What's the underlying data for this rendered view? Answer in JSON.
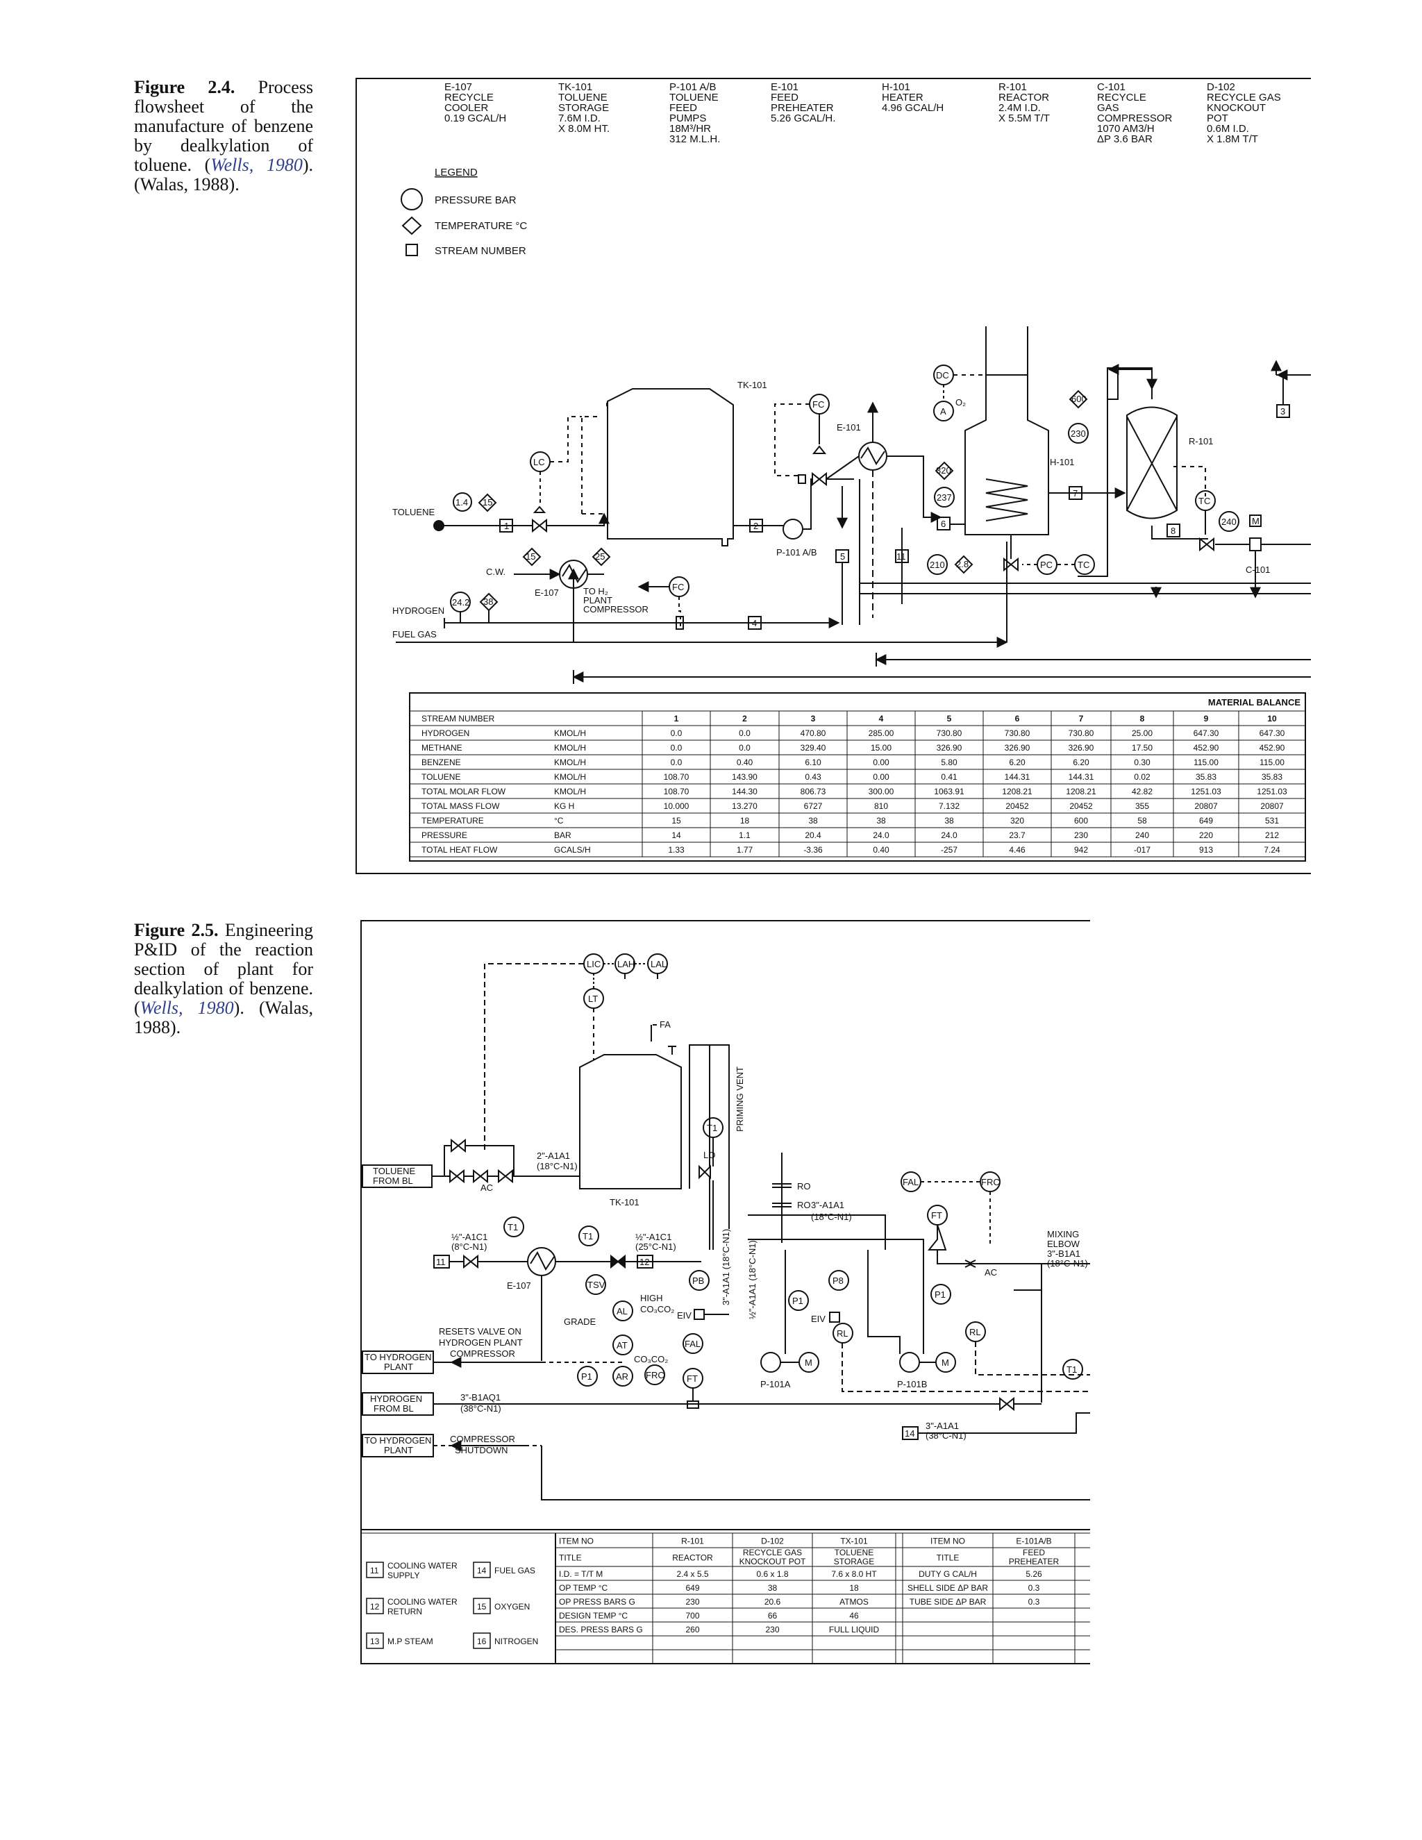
{
  "fig24": {
    "caption_label": "Figure 2.4.",
    "caption_body": "Process flowsheet of the manufacture of benzene by dealkylation of toluene. (",
    "caption_cite": "Wells, 1980",
    "caption_tail": "). (Walas, 1988).",
    "equipment": [
      {
        "lines": [
          "E-107",
          "RECYCLE",
          "COOLER",
          "0.19 GCAL/H"
        ]
      },
      {
        "lines": [
          "TK-101",
          "TOLUENE",
          "STORAGE",
          "7.6M I.D.",
          "X 8.0M HT."
        ]
      },
      {
        "lines": [
          "P-101 A/B",
          "TOLUENE",
          "FEED",
          "PUMPS",
          "18M³/HR",
          "312 M.L.H."
        ]
      },
      {
        "lines": [
          "E-101",
          "FEED",
          "PREHEATER",
          "5.26 GCAL/H."
        ]
      },
      {
        "lines": [
          "H-101",
          "HEATER",
          "4.96 GCAL/H"
        ]
      },
      {
        "lines": [
          "R-101",
          "REACTOR",
          "2.4M I.D.",
          "X 5.5M T/T"
        ]
      },
      {
        "lines": [
          "C-101",
          "RECYCLE",
          "GAS",
          "COMPRESSOR",
          "1070 AM3/H",
          "ΔP 3.6 BAR"
        ]
      },
      {
        "lines": [
          "D-102",
          "RECYCLE GAS",
          "KNOCKOUT",
          "POT",
          "0.6M I.D.",
          "X 1.8M T/T"
        ]
      }
    ],
    "legend": {
      "title": "LEGEND",
      "items": [
        "PRESSURE BAR",
        "TEMPERATURE °C",
        "STREAM NUMBER"
      ]
    },
    "diagram_labels": {
      "tk101": "TK-101",
      "e101": "E-101",
      "h101": "H-101",
      "r101": "R-101",
      "c101": "C-101",
      "e107": "E-107",
      "p101": "P-101 A/B",
      "cw": "C.W.",
      "toluene": "TOLUENE",
      "hydrogen": "HYDROGEN",
      "fuel_gas": "FUEL GAS",
      "to_h2_1": "TO H₂",
      "to_h2_2": "PLANT",
      "to_h2_3": "COMPRESSOR",
      "lc": "LC",
      "fc": "FC",
      "fc2": "FC",
      "dc": "DC",
      "a": "A",
      "o2": "O₂",
      "tc": "TC",
      "tc2": "TC",
      "pc": "PC",
      "m": "M",
      "p1": "1.4",
      "t1": "15",
      "t2": "15",
      "t3": "25",
      "p2": "24.2",
      "t4": "38",
      "t5": "320",
      "p3": "237",
      "p4": "210",
      "t6": "2.8",
      "t7": "600",
      "p5": "230",
      "p6": "240",
      "s1": "1",
      "s2": "2",
      "s3": "3",
      "s4": "4",
      "s5": "5",
      "s6": "6",
      "s7": "7",
      "s8": "8",
      "s11": "11"
    },
    "material_balance": {
      "title": "MATERIAL BALANCE",
      "header": [
        "STREAM NUMBER",
        "",
        "1",
        "2",
        "3",
        "4",
        "5",
        "6",
        "7",
        "8",
        "9",
        "10"
      ],
      "rows": [
        [
          "HYDROGEN",
          "KMOL/H",
          "0.0",
          "0.0",
          "470.80",
          "285.00",
          "730.80",
          "730.80",
          "730.80",
          "25.00",
          "647.30",
          "647.30"
        ],
        [
          "METHANE",
          "KMOL/H",
          "0.0",
          "0.0",
          "329.40",
          "15.00",
          "326.90",
          "326.90",
          "326.90",
          "17.50",
          "452.90",
          "452.90"
        ],
        [
          "BENZENE",
          "KMOL/H",
          "0.0",
          "0.40",
          "6.10",
          "0.00",
          "5.80",
          "6.20",
          "6.20",
          "0.30",
          "115.00",
          "115.00"
        ],
        [
          "TOLUENE",
          "KMOL/H",
          "108.70",
          "143.90",
          "0.43",
          "0.00",
          "0.41",
          "144.31",
          "144.31",
          "0.02",
          "35.83",
          "35.83"
        ],
        [
          "TOTAL MOLAR FLOW",
          "KMOL/H",
          "108.70",
          "144.30",
          "806.73",
          "300.00",
          "1063.91",
          "1208.21",
          "1208.21",
          "42.82",
          "1251.03",
          "1251.03"
        ],
        [
          "TOTAL MASS FLOW",
          "KG H",
          "10.000",
          "13.270",
          "6727",
          "810",
          "7.132",
          "20452",
          "20452",
          "355",
          "20807",
          "20807"
        ],
        [
          "TEMPERATURE",
          "°C",
          "15",
          "18",
          "38",
          "38",
          "38",
          "320",
          "600",
          "58",
          "649",
          "531"
        ],
        [
          "PRESSURE",
          "BAR",
          "14",
          "1.1",
          "20.4",
          "24.0",
          "24.0",
          "23.7",
          "230",
          "240",
          "220",
          "212"
        ],
        [
          "TOTAL HEAT FLOW",
          "GCALS/H",
          "1.33",
          "1.77",
          "-3.36",
          "0.40",
          "-257",
          "4.46",
          "942",
          "-017",
          "913",
          "7.24"
        ]
      ]
    }
  },
  "fig25": {
    "caption_label": "Figure 2.5.",
    "caption_body": "Engineering P&ID of the reaction section of plant for dealkylation of benzene. (",
    "caption_cite": "Wells, 1980",
    "caption_tail": "). (Walas, 1988).",
    "labels": {
      "lic": "LIC",
      "lah": "LAH",
      "lal": "LAL",
      "lt": "LT",
      "fa": "FA",
      "priming_vent": "PRIMING VENT",
      "tk101": "TK-101",
      "t1a": "T1",
      "t1b": "T1",
      "t1c": "T1",
      "t1d": "T1",
      "lo": "LO",
      "ac": "AC",
      "ac2": "AC",
      "ro1": "RO",
      "ro2": "RO",
      "line1": "2\"-A1A1",
      "line1b": "(18°C-N1)",
      "line2": "½\"-A1C1",
      "line2b": "(8°C-N1)",
      "line3": "½\"-A1C1",
      "line3b": "(25°C-N1)",
      "line4": "3\"-A1A1",
      "line4b": "(18°C-N1)",
      "line5": "3\"-A1A1 (18°C-N1)",
      "line6": "½\"-A1A1 (18°C-N1)",
      "line7": "3\"-B1AQ1",
      "line7b": "(38°C-N1)",
      "line8": "3\"-A1A1",
      "line8b": "(38°C-N1)",
      "mixing1": "MIXING",
      "mixing2": "ELBOW",
      "mixing3": "3\"-B1A1",
      "mixing4": "(18°C-N1)",
      "toluene_bl1": "TOLUENE",
      "toluene_bl2": "FROM BL",
      "to_h2_1a": "TO HYDROGEN",
      "to_h2_1b": "PLANT",
      "h2_from1": "HYDROGEN",
      "h2_from2": "FROM BL",
      "to_h2_2a": "TO HYDROGEN",
      "to_h2_2b": "PLANT",
      "resets1": "RESETS VALVE ON",
      "resets2": "HYDROGEN PLANT",
      "resets3": "COMPRESSOR",
      "comp_sd1": "COMPRESSOR",
      "comp_sd2": "SHUTDOWN",
      "e107": "E-107",
      "tsv": "TSV",
      "grade": "GRADE",
      "high": "HIGH",
      "co3": "CO₃CO₂",
      "co3b": "CO₃CO₂",
      "al": "AL",
      "at": "AT",
      "ar": "AR",
      "frc": "FRC",
      "fal": "FAL",
      "ft": "FT",
      "p1a": "P1",
      "p1b": "P1",
      "p1c": "P1",
      "pb": "PB",
      "p8": "P8",
      "eiv": "EIV",
      "eiv2": "EIV",
      "rl": "RL",
      "rl2": "RL",
      "m1": "M",
      "m2": "M",
      "p101a": "P-101A",
      "p101b": "P-101B",
      "fal2": "FAL",
      "frc2": "FRC",
      "ft2": "FT",
      "s11": "11",
      "s12": "12",
      "s14": "14"
    },
    "utilities": [
      {
        "num": "11",
        "label": [
          "COOLING WATER",
          "SUPPLY"
        ]
      },
      {
        "num": "14",
        "label": [
          "FUEL GAS"
        ]
      },
      {
        "num": "12",
        "label": [
          "COOLING WATER",
          "RETURN"
        ]
      },
      {
        "num": "15",
        "label": [
          "OXYGEN"
        ]
      },
      {
        "num": "13",
        "label": [
          "M.P STEAM"
        ]
      },
      {
        "num": "16",
        "label": [
          "NITROGEN"
        ]
      }
    ],
    "item_table": {
      "rows": [
        [
          "ITEM NO",
          "R-101",
          "D-102",
          "TX-101"
        ],
        [
          "TITLE",
          "REACTOR",
          "RECYCLE GAS|KNOCKOUT POT",
          "TOLUENE|STORAGE"
        ],
        [
          "I.D. = T/T M",
          "2.4 x 5.5",
          "0.6 x 1.8",
          "7.6 x 8.0 HT"
        ],
        [
          "OP TEMP °C",
          "649",
          "38",
          "18"
        ],
        [
          "OP PRESS BARS G",
          "230",
          "20.6",
          "ATMOS"
        ],
        [
          "DESIGN TEMP °C",
          "700",
          "66",
          "46"
        ],
        [
          "DES. PRESS BARS G",
          "260",
          "230",
          "FULL LIQUID"
        ]
      ]
    },
    "item_table2": {
      "rows": [
        [
          "ITEM NO",
          "E-101A/B"
        ],
        [
          "TITLE",
          "FEED|PREHEATER"
        ],
        [
          "DUTY G CAL/H",
          "5.26"
        ],
        [
          "SHELL SIDE ΔP BAR",
          "0.3"
        ],
        [
          "TUBE SIDE ΔP BAR",
          "0.3"
        ]
      ]
    }
  }
}
